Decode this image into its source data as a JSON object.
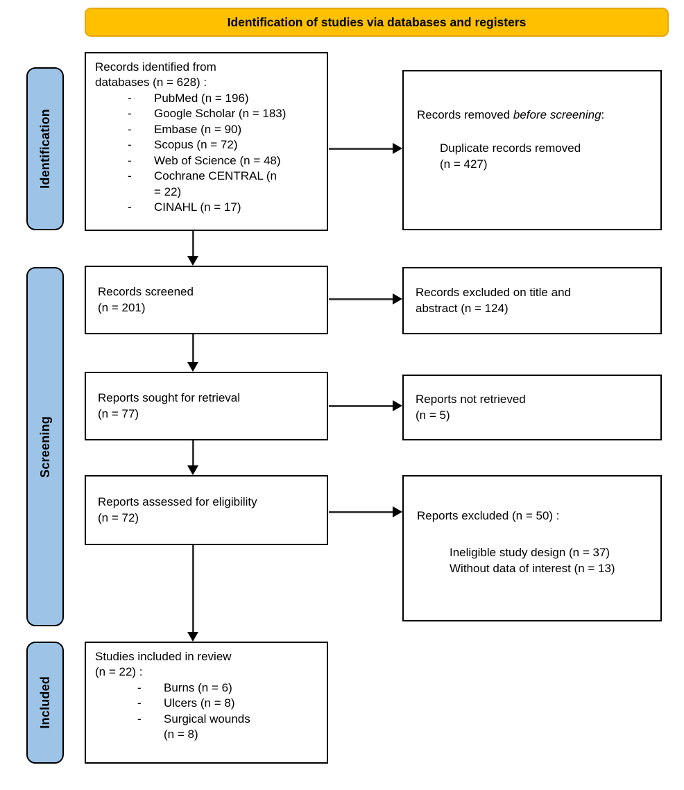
{
  "banner": {
    "title": "Identification of studies via databases and registers"
  },
  "stages": {
    "identification": "Identification",
    "screening": "Screening",
    "included": "Included"
  },
  "bullet": "-",
  "boxes": {
    "identified": {
      "heading": "Records identified from\ndatabases (n = 628) :",
      "items": [
        "PubMed (n = 196)",
        "Google Scholar (n = 183)",
        "Embase (n = 90)",
        "Scopus (n = 72)",
        "Web of Science (n = 48)",
        "Cochrane CENTRAL (n\n= 22)",
        "CINAHL (n = 17)"
      ]
    },
    "removed_before_screening": {
      "prefix": "Records removed ",
      "italic": "before screening",
      "suffix": ":",
      "detail": "Duplicate records removed\n(n = 427)"
    },
    "screened": {
      "text": "Records screened\n(n = 201)"
    },
    "excluded_title_abstract": {
      "text": "Records excluded on title and\nabstract (n = 124)"
    },
    "sought_retrieval": {
      "text": "Reports sought for retrieval\n(n = 77)"
    },
    "not_retrieved": {
      "text": "Reports not retrieved\n(n = 5)"
    },
    "assessed_eligibility": {
      "text": "Reports assessed for eligibility\n(n = 72)"
    },
    "reports_excluded": {
      "heading": "Reports excluded (n = 50) :",
      "details": [
        "Ineligible study design (n = 37)",
        "Without data of interest (n = 13)"
      ]
    },
    "included_in_review": {
      "heading": "Studies included in review\n(n = 22) :",
      "items": [
        "Burns (n = 6)",
        "Ulcers (n = 8)",
        "Surgical wounds\n(n = 8)"
      ]
    }
  },
  "colors": {
    "banner_fill": "#FFC000",
    "banner_border": "#E7A614",
    "stage_fill": "#9DC3E6",
    "box_border": "#000000",
    "connector_line": "#3F3F3F",
    "arrowhead": "#000000"
  }
}
